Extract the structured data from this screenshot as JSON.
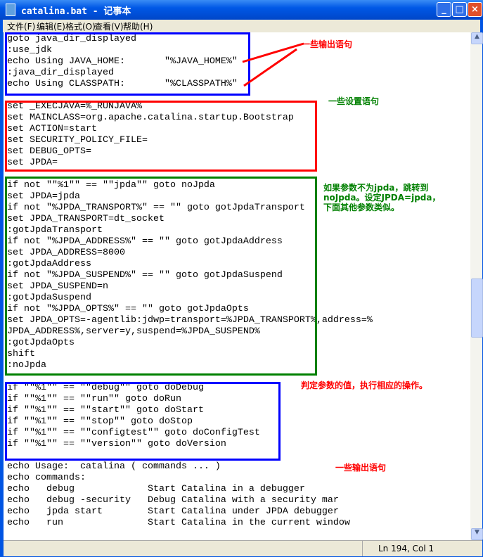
{
  "window": {
    "title": "catalina.bat - 记事本",
    "minimize": "_",
    "maximize": "□",
    "close": "×"
  },
  "menu": [
    "文件(F)",
    "编辑(E)",
    "格式(O)",
    "查看(V)",
    "帮助(H)"
  ],
  "lines": [
    "goto java_dir_displayed",
    ":use_jdk",
    "echo Using JAVA_HOME:       \"%JAVA_HOME%\"",
    ":java_dir_displayed",
    "echo Using CLASSPATH:       \"%CLASSPATH%\"",
    "",
    "set _EXECJAVA=%_RUNJAVA%",
    "set MAINCLASS=org.apache.catalina.startup.Bootstrap",
    "set ACTION=start",
    "set SECURITY_POLICY_FILE=",
    "set DEBUG_OPTS=",
    "set JPDA=",
    "",
    "if not \"\"%1\"\" == \"\"jpda\"\" goto noJpda",
    "set JPDA=jpda",
    "if not \"%JPDA_TRANSPORT%\" == \"\" goto gotJpdaTransport",
    "set JPDA_TRANSPORT=dt_socket",
    ":gotJpdaTransport",
    "if not \"%JPDA_ADDRESS%\" == \"\" goto gotJpdaAddress",
    "set JPDA_ADDRESS=8000",
    ":gotJpdaAddress",
    "if not \"%JPDA_SUSPEND%\" == \"\" goto gotJpdaSuspend",
    "set JPDA_SUSPEND=n",
    ":gotJpdaSuspend",
    "if not \"%JPDA_OPTS%\" == \"\" goto gotJpdaOpts",
    "set JPDA_OPTS=-agentlib:jdwp=transport=%JPDA_TRANSPORT%,address=%",
    "JPDA_ADDRESS%,server=y,suspend=%JPDA_SUSPEND%",
    ":gotJpdaOpts",
    "shift",
    ":noJpda",
    "",
    "if \"\"%1\"\" == \"\"debug\"\" goto doDebug",
    "if \"\"%1\"\" == \"\"run\"\" goto doRun",
    "if \"\"%1\"\" == \"\"start\"\" goto doStart",
    "if \"\"%1\"\" == \"\"stop\"\" goto doStop",
    "if \"\"%1\"\" == \"\"configtest\"\" goto doConfigTest",
    "if \"\"%1\"\" == \"\"version\"\" goto doVersion",
    "",
    "echo Usage:  catalina ( commands ... )",
    "echo commands:",
    "echo   debug             Start Catalina in a debugger",
    "echo   debug -security   Debug Catalina with a security mar",
    "echo   jpda start        Start Catalina under JPDA debugger",
    "echo   run               Start Catalina in the current window"
  ],
  "annotations": {
    "output1": "一些输出语句",
    "settings": "一些设置语句",
    "jpda": [
      "如果参数不为jpda，跳转到",
      "noJpda。设定JPDA=jpda，",
      "下面其他参数类似。"
    ],
    "judge": "判定参数的值，执行相应的操作。",
    "output2": "一些输出语句"
  },
  "status": {
    "position": "Ln 194, Col 1"
  },
  "scroll": {
    "position_fraction": 0.55
  },
  "colors": {
    "blue": "#0000ff",
    "red": "#ff0000",
    "green": "#008000"
  }
}
